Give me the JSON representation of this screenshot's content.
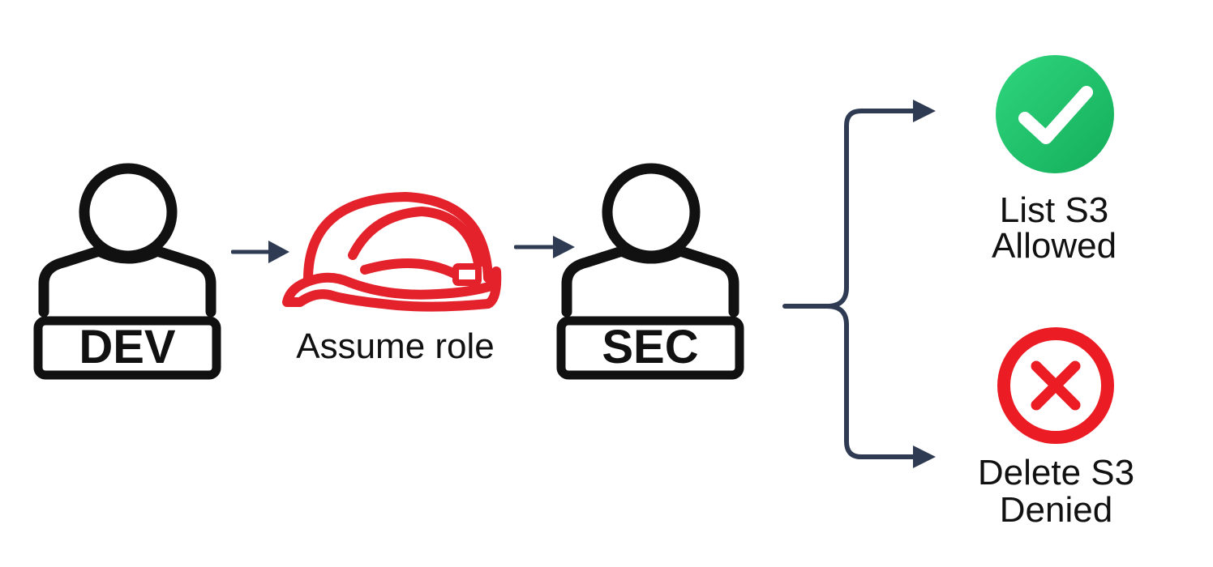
{
  "dev": {
    "label": "DEV"
  },
  "role": {
    "caption": "Assume role"
  },
  "sec": {
    "label": "SEC"
  },
  "outcomes": {
    "allowed": {
      "line1": "List S3",
      "line2": "Allowed"
    },
    "denied": {
      "line1": "Delete S3",
      "line2": "Denied"
    }
  },
  "colors": {
    "arrow": "#2e3b52",
    "helmet": "#e3222c",
    "allowed": "#1fc56b",
    "denied": "#ec1c24",
    "ink": "#111111"
  },
  "icons": {
    "dev": "user-icon",
    "role": "hard-hat-icon",
    "sec": "user-icon",
    "allowed": "check-circle-icon",
    "denied": "x-circle-icon"
  }
}
